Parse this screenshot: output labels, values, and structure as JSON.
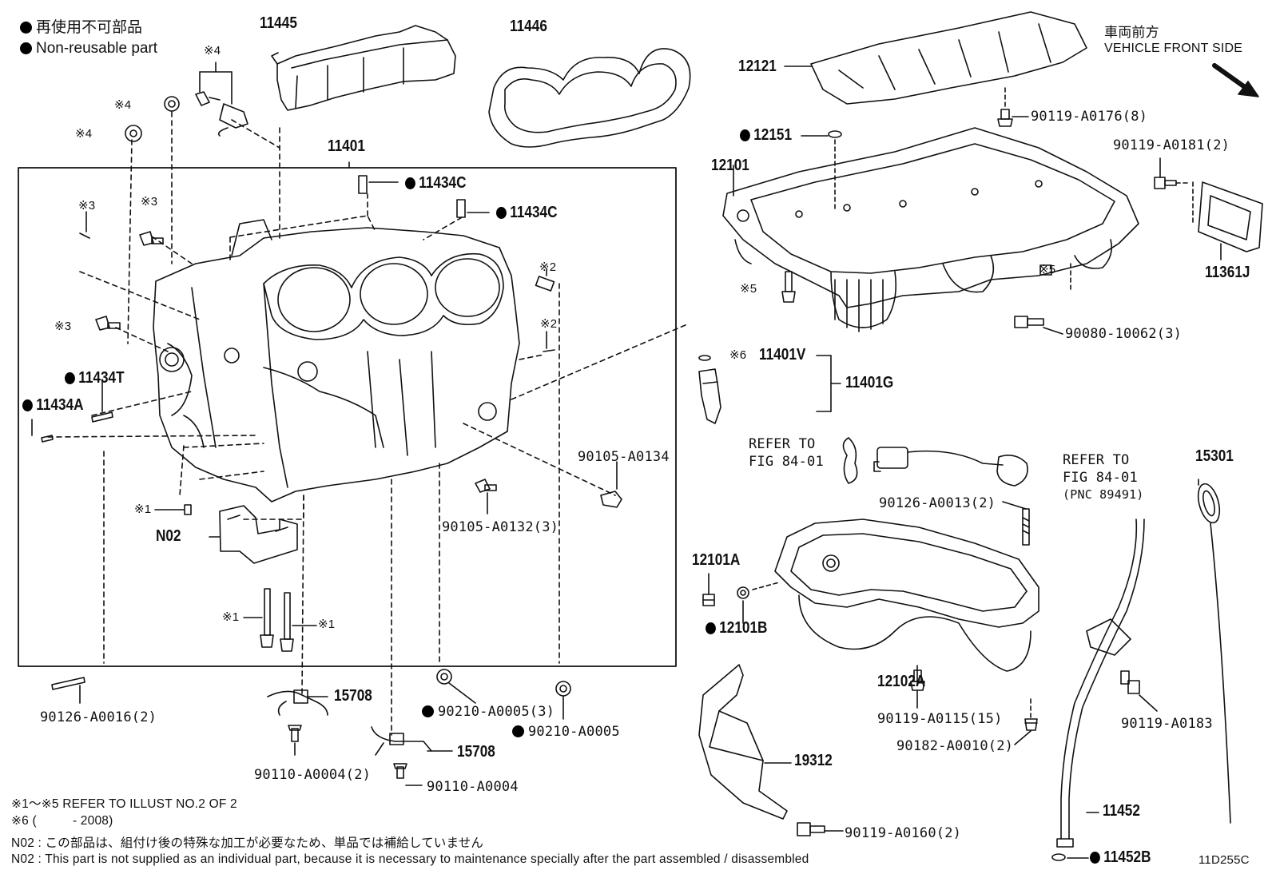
{
  "legend": {
    "jp": "再使用不可部品",
    "en": "Non-reusable part"
  },
  "front": {
    "jp": "車両前方",
    "en": "VEHICLE FRONT SIDE"
  },
  "parts": {
    "p11445": "11445",
    "p11446": "11446",
    "p11401": "11401",
    "p11434C_a": "11434C",
    "p11434C_b": "11434C",
    "p11434T": "11434T",
    "p11434A": "11434A",
    "p12121": "12121",
    "p12151": "12151",
    "p12101": "12101",
    "p11361J": "11361J",
    "p11401V": "11401V",
    "p11401G": "11401G",
    "p15301": "15301",
    "p12101A": "12101A",
    "p12101B": "12101B",
    "p12102A": "12102A",
    "pN02": "N02",
    "p15708_a": "15708",
    "p15708_b": "15708",
    "p19312": "19312",
    "p11452": "11452",
    "p11452B": "11452B"
  },
  "fasteners": {
    "f0176": "90119-A0176(8)",
    "f0181": "90119-A0181(2)",
    "f10062": "90080-10062(3)",
    "f0134": "90105-A0134",
    "f0132": "90105-A0132(3)",
    "f0013": "90126-A0013(2)",
    "f0016": "90126-A0016(2)",
    "f0005_3": "90210-A0005(3)",
    "f0005": "90210-A0005",
    "f0004_2": "90110-A0004(2)",
    "f0004": "90110-A0004",
    "f0115": "90119-A0115(15)",
    "f0010": "90182-A0010(2)",
    "f0183": "90119-A0183",
    "f0160": "90119-A0160(2)"
  },
  "marks": {
    "m4a": "※4",
    "m4b": "※4",
    "m4c": "※4",
    "m3a": "※3",
    "m3b": "※3",
    "m3c": "※3",
    "m2a": "※2",
    "m2b": "※2",
    "m1a": "※1",
    "m1b": "※1",
    "m1c": "※1",
    "m5a": "※5",
    "m5b": "※5",
    "m6": "※6"
  },
  "refer": {
    "r1a": "REFER TO",
    "r1b": "FIG 84-01",
    "r2a": "REFER TO",
    "r2b": "FIG 84-01",
    "r2c": "(PNC 89491)"
  },
  "notes": {
    "n1": "※1～※5 REFER TO ILLUST NO.2 OF 2",
    "n2": "※6 (          - 2008)",
    "n3": "N02 : この部品は、組付け後の特殊な加工が必要なため、単品では補給していません",
    "n4": "N02 : This part is not supplied as an individual part, because it is necessary to maintenance specially after the part assembled / disassembled"
  },
  "code": "11D255C"
}
